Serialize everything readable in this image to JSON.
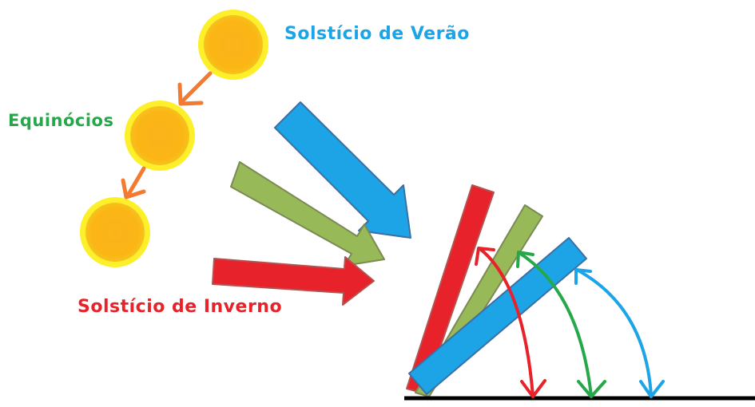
{
  "labels": {
    "summer_solstice": "Solstício de Verão",
    "equinoxes": "Equinócios",
    "winter_solstice": "Solstício de Inverno"
  },
  "colors": {
    "summer": "#1ca4e6",
    "equinox": "#26a84a",
    "winter": "#e8222a",
    "sun_fill": "#fbb616",
    "sun_halo": "#fdf02a",
    "sun_path_arrow": "#f47a30",
    "equinox_ray": "#97b957",
    "ground": "#000000"
  },
  "icons": {
    "sun": "sun-icon",
    "sun_path": "arrow-down-left-icon",
    "incoming_ray": "block-arrow-icon",
    "angle": "double-headed-curved-arrow-icon"
  }
}
